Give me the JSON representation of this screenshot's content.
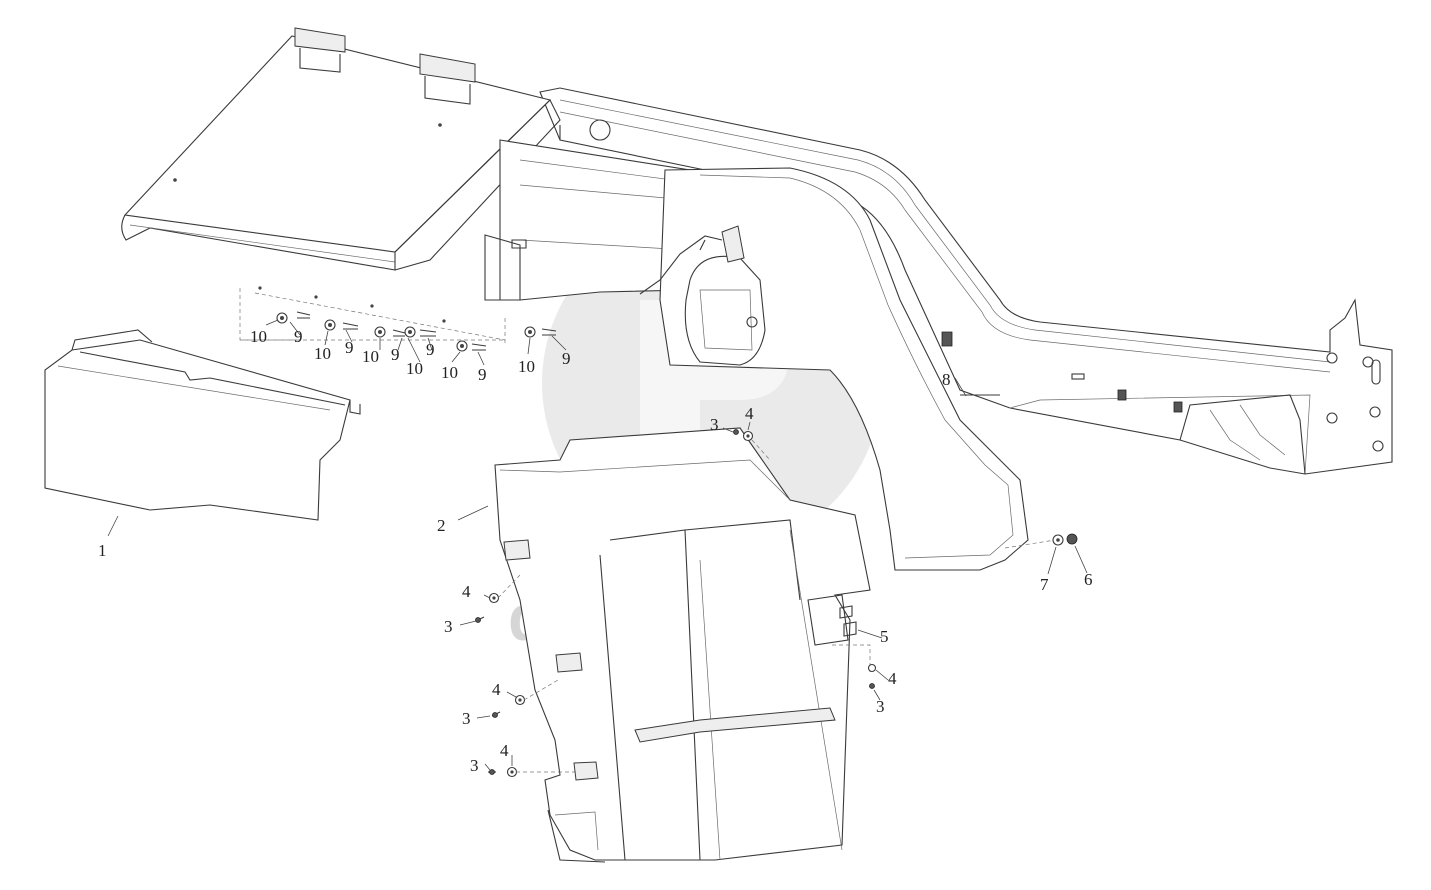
{
  "diagram": {
    "watermark_text": "data-parts",
    "callouts": {
      "c1": "1",
      "c2": "2",
      "c3a": "3",
      "c3b": "3",
      "c3c": "3",
      "c3d": "3",
      "c3e": "3",
      "c4a": "4",
      "c4b": "4",
      "c4c": "4",
      "c4d": "4",
      "c4e": "4",
      "c5": "5",
      "c6": "6",
      "c7": "7",
      "c8": "8",
      "c9a": "9",
      "c9b": "9",
      "c9c": "9",
      "c9d": "9",
      "c9e": "9",
      "c9f": "9",
      "c10a": "10",
      "c10b": "10",
      "c10c": "10",
      "c10d": "10",
      "c10e": "10",
      "c10f": "10"
    }
  }
}
